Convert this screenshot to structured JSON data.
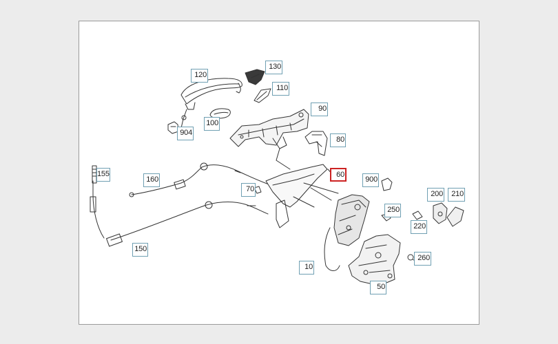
{
  "diagram": {
    "highlighted_part": "60",
    "highlight_color": "#cc2222",
    "label_border_color": "#6f9fb2",
    "labels": [
      "120",
      "130",
      "110",
      "90",
      "100",
      "904",
      "80",
      "155",
      "160",
      "70",
      "60",
      "900",
      "250",
      "200",
      "210",
      "220",
      "150",
      "260",
      "10",
      "50"
    ]
  }
}
